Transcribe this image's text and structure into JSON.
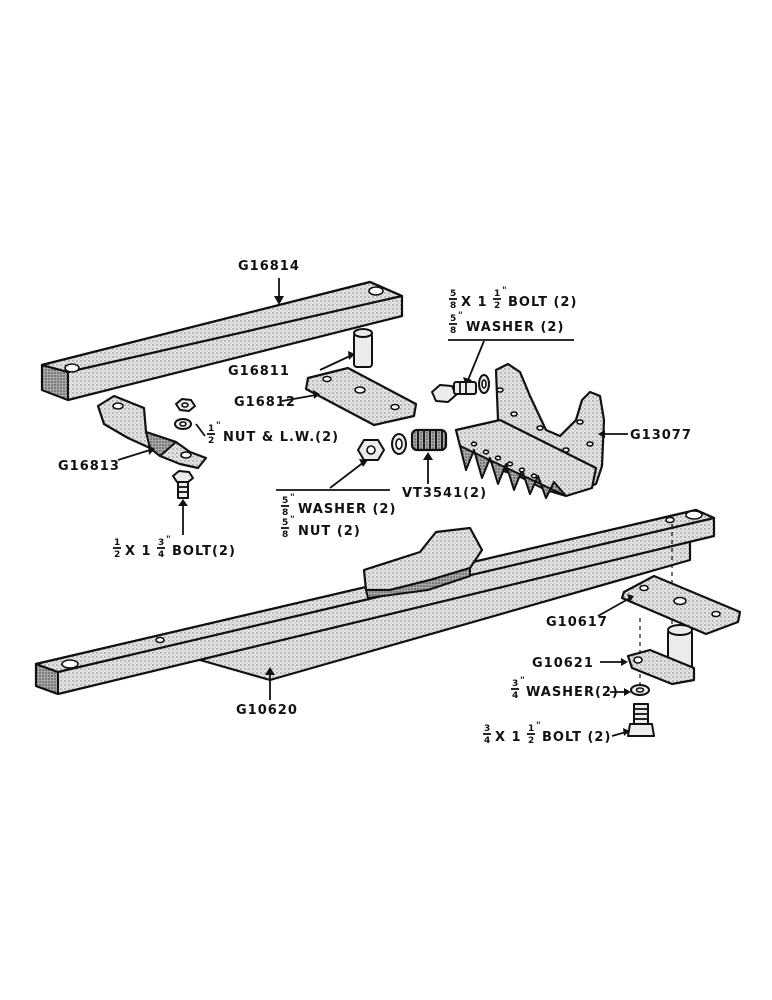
{
  "parts": {
    "g16814": "G16814",
    "g16811": "G16811",
    "g16812": "G16812",
    "g16813": "G16813",
    "g13077": "G13077",
    "vt3541": "VT3541(2)",
    "g10617": "G10617",
    "g10621": "G10621",
    "g10620": "G10620"
  },
  "callouts": {
    "bolt_58": {
      "whole": "X 1",
      "num": "5",
      "den": "8",
      "inch_num": "1",
      "inch_den": "2",
      "rest": "BOLT (2)"
    },
    "washer_58_top": {
      "num": "5",
      "den": "8",
      "rest": "WASHER (2)"
    },
    "nut_lw_12": {
      "num": "1",
      "den": "2",
      "rest": "NUT & L.W.(2)"
    },
    "washer_58_mid": {
      "num": "5",
      "den": "8",
      "rest": "WASHER (2)"
    },
    "nut_58": {
      "num": "5",
      "den": "8",
      "rest": "NUT (2)"
    },
    "bolt_12": {
      "whole": "X 1",
      "num": "1",
      "den": "2",
      "inch_num": "3",
      "inch_den": "4",
      "rest": "BOLT(2)"
    },
    "washer_34": {
      "num": "3",
      "den": "4",
      "rest": "WASHER(2)"
    },
    "bolt_34": {
      "whole": "X 1",
      "num": "3",
      "den": "4",
      "inch_num": "1",
      "inch_den": "2",
      "rest": "BOLT (2)"
    }
  },
  "symbols": {
    "inch": "\""
  }
}
